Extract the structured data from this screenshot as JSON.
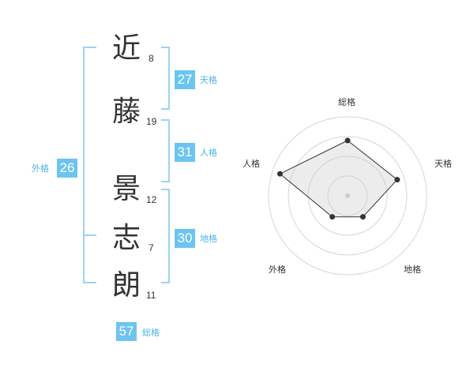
{
  "name": {
    "characters": [
      {
        "char": "近",
        "strokes": "8"
      },
      {
        "char": "藤",
        "strokes": "19"
      },
      {
        "char": "景",
        "strokes": "12"
      },
      {
        "char": "志",
        "strokes": "7"
      },
      {
        "char": "朗",
        "strokes": "11"
      }
    ]
  },
  "fortunes": {
    "tenkaku": {
      "label": "天格",
      "value": "27"
    },
    "jinkaku": {
      "label": "人格",
      "value": "31"
    },
    "chikaku": {
      "label": "地格",
      "value": "30"
    },
    "gaikaku": {
      "label": "外格",
      "value": "26"
    },
    "soukaku": {
      "label": "総格",
      "value": "57"
    }
  },
  "colors": {
    "accent": "#6cc4f0",
    "bracket": "#9dd3f0",
    "text": "#333333"
  },
  "chart_data": {
    "type": "radar",
    "axes": [
      "総格",
      "天格",
      "地格",
      "外格",
      "人格"
    ],
    "values": [
      0.7,
      0.66,
      0.33,
      0.33,
      0.9
    ],
    "scale_max": 1,
    "rings": 4
  }
}
